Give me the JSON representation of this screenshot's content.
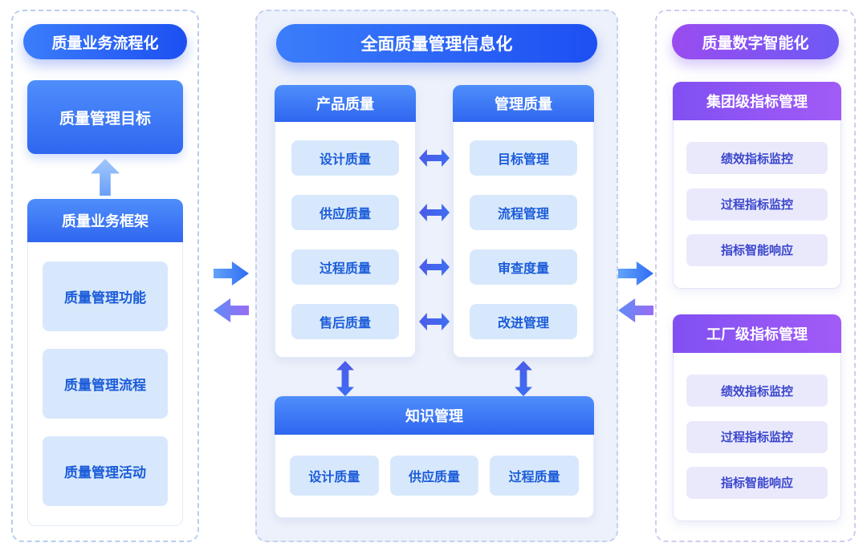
{
  "left": {
    "title": "质量业务流程化",
    "goal": "质量管理目标",
    "framework": {
      "header": "质量业务框架",
      "items": [
        "质量管理功能",
        "质量管理流程",
        "质量管理活动"
      ]
    }
  },
  "center": {
    "title": "全面质量管理信息化",
    "product": {
      "header": "产品质量",
      "items": [
        "设计质量",
        "供应质量",
        "过程质量",
        "售后质量"
      ]
    },
    "management": {
      "header": "管理质量",
      "items": [
        "目标管理",
        "流程管理",
        "审查度量",
        "改进管理"
      ]
    },
    "knowledge": {
      "header": "知识管理",
      "items": [
        "设计质量",
        "供应质量",
        "过程质量"
      ]
    }
  },
  "right": {
    "title": "质量数字智能化",
    "group_level": {
      "header": "集团级指标管理",
      "items": [
        "绩效指标监控",
        "过程指标监控",
        "指标智能响应"
      ]
    },
    "factory_level": {
      "header": "工厂级指标管理",
      "items": [
        "绩效指标监控",
        "过程指标监控",
        "指标智能响应"
      ]
    }
  },
  "colors": {
    "blue_primary": "#2f66f0",
    "blue_pill": "#1d4ff2",
    "light_blue_item": "#d8e8fc",
    "blue_item_text": "#1b5cd9",
    "purple_pill": "#8a52f2",
    "purple_header": "#8150f2",
    "light_purple_item": "#eae9fc",
    "purple_item_text": "#3a46cc",
    "center_panel_bg": "#edf1fb",
    "arrow_blue": "#3e6ef2",
    "arrow_purple": "#9a6cf4"
  }
}
